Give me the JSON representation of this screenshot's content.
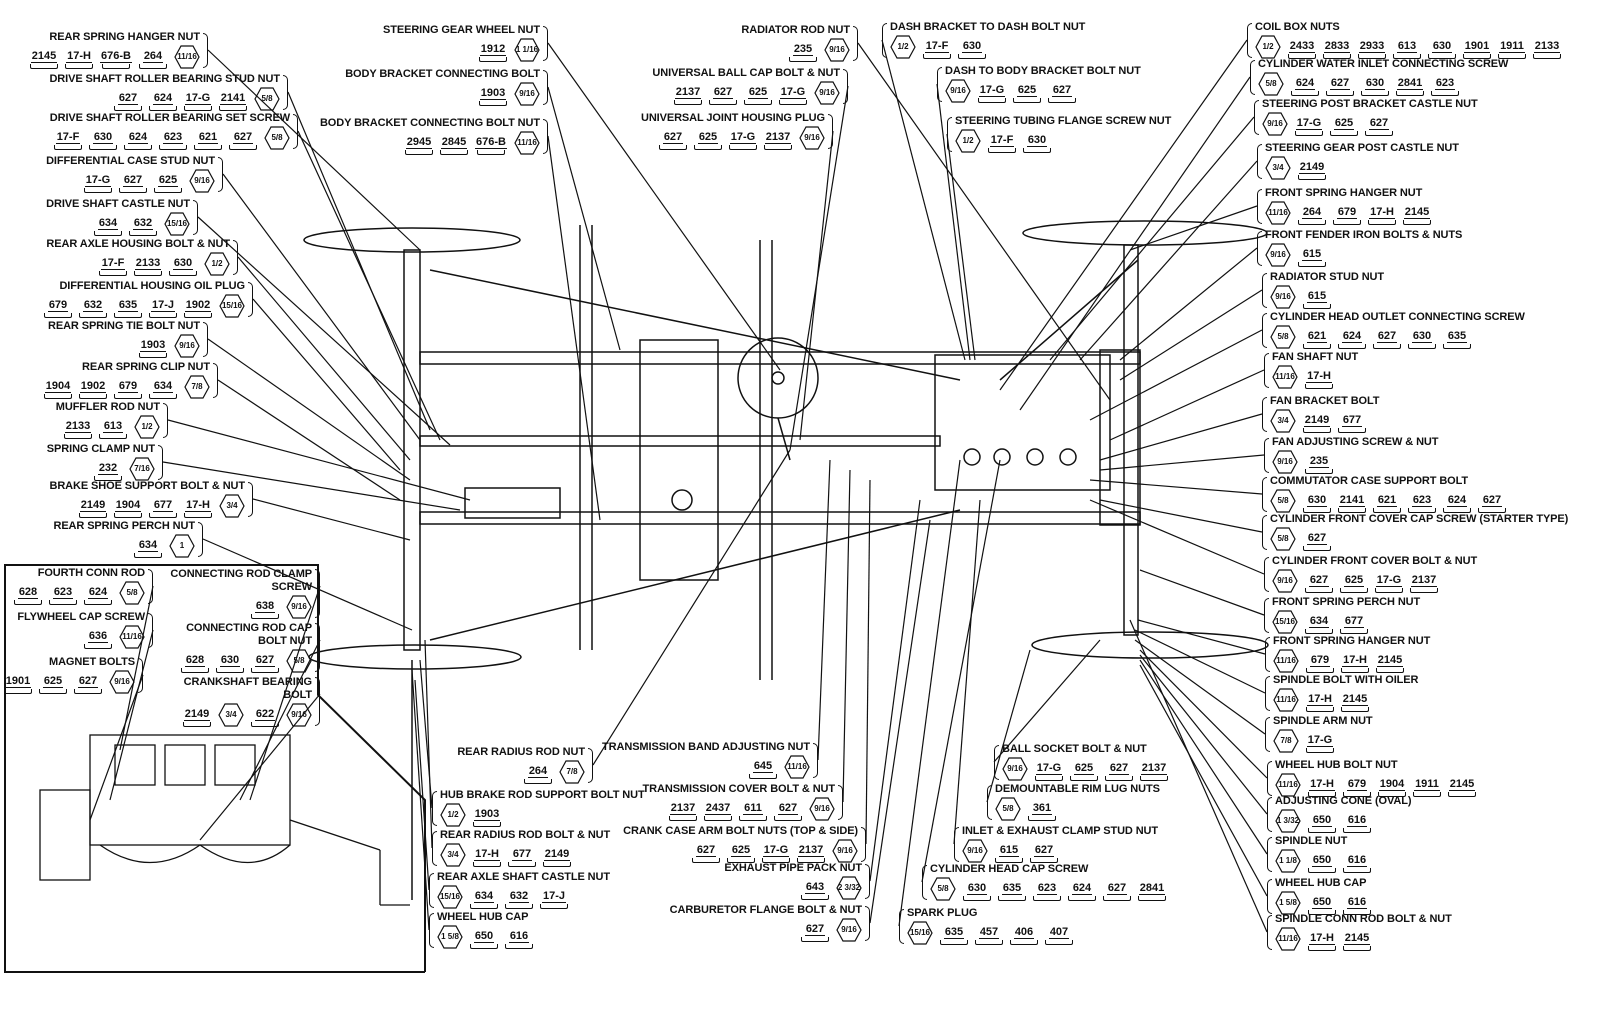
{
  "labels": [
    {
      "title": "REAR SPRING HANGER NUT",
      "parts": [
        "2145",
        "17-H",
        "676-B",
        "264"
      ],
      "size": "11/16"
    },
    {
      "title": "DRIVE SHAFT ROLLER BEARING STUD NUT",
      "parts": [
        "627",
        "624",
        "17-G",
        "2141"
      ],
      "size": "5/8"
    },
    {
      "title": "DRIVE SHAFT ROLLER BEARING SET SCREW",
      "parts": [
        "17-F",
        "630",
        "624",
        "623",
        "621",
        "627"
      ],
      "size": "5/8"
    },
    {
      "title": "DIFFERENTIAL CASE STUD NUT",
      "parts": [
        "17-G",
        "627",
        "625"
      ],
      "size": "9/16"
    },
    {
      "title": "DRIVE SHAFT CASTLE NUT",
      "parts": [
        "634",
        "632"
      ],
      "size": "15/16"
    },
    {
      "title": "REAR AXLE HOUSING BOLT & NUT",
      "parts": [
        "17-F",
        "2133",
        "630"
      ],
      "size": "1/2"
    },
    {
      "title": "DIFFERENTIAL HOUSING OIL PLUG",
      "parts": [
        "679",
        "632",
        "635",
        "17-J",
        "1902"
      ],
      "size": "15/16"
    },
    {
      "title": "REAR SPRING TIE BOLT NUT",
      "parts": [
        "1903"
      ],
      "size": "9/16"
    },
    {
      "title": "REAR SPRING CLIP NUT",
      "parts": [
        "1904",
        "1902",
        "679",
        "634"
      ],
      "size": "7/8"
    },
    {
      "title": "MUFFLER ROD NUT",
      "parts": [
        "2133",
        "613"
      ],
      "size": "1/2"
    },
    {
      "title": "SPRING CLAMP NUT",
      "parts": [
        "232"
      ],
      "size": "7/16"
    },
    {
      "title": "BRAKE SHOE SUPPORT BOLT & NUT",
      "parts": [
        "2149",
        "1904",
        "677",
        "17-H"
      ],
      "size": "3/4"
    },
    {
      "title": "REAR SPRING PERCH NUT",
      "parts": [
        "634"
      ],
      "size": "1"
    },
    {
      "title": "FOURTH CONN ROD",
      "parts": [
        "628",
        "623",
        "624"
      ],
      "size": "5/8"
    },
    {
      "title": "CONNECTING ROD CLAMP SCREW",
      "parts": [
        "638"
      ],
      "size": "9/16"
    },
    {
      "title": "FLYWHEEL CAP SCREW",
      "parts": [
        "636"
      ],
      "size": "11/16"
    },
    {
      "title": "CONNECTING ROD CAP BOLT NUT",
      "parts": [
        "628",
        "630",
        "627"
      ],
      "size": "5/8"
    },
    {
      "title": "MAGNET BOLTS",
      "parts": [
        "1901",
        "625",
        "627"
      ],
      "size": "9/16"
    },
    {
      "title": "CRANKSHAFT BEARING BOLT",
      "parts": [
        "2149",
        "622"
      ],
      "size": "9/16",
      "size2": "3/4"
    },
    {
      "title": "STEERING GEAR WHEEL NUT",
      "parts": [
        "1912"
      ],
      "size": "1 1/16"
    },
    {
      "title": "BODY BRACKET CONNECTING BOLT",
      "parts": [
        "1903"
      ],
      "size": "9/16"
    },
    {
      "title": "BODY BRACKET CONNECTING BOLT NUT",
      "parts": [
        "2945",
        "2845",
        "676-B"
      ],
      "size": "11/16"
    },
    {
      "title": "RADIATOR ROD NUT",
      "parts": [
        "235"
      ],
      "size": "9/16"
    },
    {
      "title": "UNIVERSAL BALL CAP BOLT & NUT",
      "parts": [
        "2137",
        "627",
        "625",
        "17-G"
      ],
      "size": "9/16"
    },
    {
      "title": "UNIVERSAL JOINT HOUSING PLUG",
      "parts": [
        "627",
        "625",
        "17-G",
        "2137"
      ],
      "size": "9/16"
    },
    {
      "title": "DASH BRACKET TO DASH BOLT NUT",
      "parts": [
        "17-F",
        "630"
      ],
      "size": "1/2"
    },
    {
      "title": "DASH TO BODY BRACKET BOLT NUT",
      "parts": [
        "17-G",
        "625",
        "627"
      ],
      "size": "9/16"
    },
    {
      "title": "STEERING TUBING FLANGE SCREW NUT",
      "parts": [
        "17-F",
        "630"
      ],
      "size": "1/2"
    },
    {
      "title": "COIL BOX NUTS",
      "parts": [
        "2433",
        "2833",
        "2933",
        "613",
        "630",
        "1901",
        "1911",
        "2133"
      ],
      "size": "1/2"
    },
    {
      "title": "CYLINDER WATER INLET CONNECTING SCREW",
      "parts": [
        "624",
        "627",
        "630",
        "2841",
        "623"
      ],
      "size": "5/8"
    },
    {
      "title": "STEERING POST BRACKET CASTLE NUT",
      "parts": [
        "17-G",
        "625",
        "627"
      ],
      "size": "9/16"
    },
    {
      "title": "STEERING GEAR POST CASTLE NUT",
      "parts": [
        "2149"
      ],
      "size": "3/4"
    },
    {
      "title": "FRONT SPRING HANGER NUT",
      "parts": [
        "264",
        "679",
        "17-H",
        "2145"
      ],
      "size": "11/16"
    },
    {
      "title": "FRONT FENDER IRON BOLTS & NUTS",
      "parts": [
        "615"
      ],
      "size": "9/16"
    },
    {
      "title": "RADIATOR STUD NUT",
      "parts": [
        "615"
      ],
      "size": "9/16"
    },
    {
      "title": "CYLINDER HEAD OUTLET CONNECTING SCREW",
      "parts": [
        "621",
        "624",
        "627",
        "630",
        "635"
      ],
      "size": "5/8"
    },
    {
      "title": "FAN SHAFT NUT",
      "parts": [
        "17-H"
      ],
      "size": "11/16"
    },
    {
      "title": "FAN BRACKET BOLT",
      "parts": [
        "2149",
        "677"
      ],
      "size": "3/4"
    },
    {
      "title": "FAN ADJUSTING SCREW & NUT",
      "parts": [
        "235"
      ],
      "size": "9/16"
    },
    {
      "title": "COMMUTATOR CASE SUPPORT BOLT",
      "parts": [
        "630",
        "2141",
        "621",
        "623",
        "624",
        "627"
      ],
      "size": "5/8"
    },
    {
      "title": "CYLINDER FRONT COVER CAP SCREW (STARTER TYPE)",
      "parts": [
        "627"
      ],
      "size": "5/8"
    },
    {
      "title": "CYLINDER FRONT COVER BOLT & NUT",
      "parts": [
        "627",
        "625",
        "17-G",
        "2137"
      ],
      "size": "9/16"
    },
    {
      "title": "FRONT SPRING PERCH NUT",
      "parts": [
        "634",
        "677"
      ],
      "size": "15/16"
    },
    {
      "title": "FRONT SPRING HANGER NUT",
      "parts": [
        "679",
        "17-H",
        "2145"
      ],
      "size": "11/16"
    },
    {
      "title": "SPINDLE BOLT WITH OILER",
      "parts": [
        "17-H",
        "2145"
      ],
      "size": "11/16"
    },
    {
      "title": "SPINDLE ARM NUT",
      "parts": [
        "17-G"
      ],
      "size": "7/8"
    },
    {
      "title": "WHEEL HUB BOLT NUT",
      "parts": [
        "17-H",
        "679",
        "1904",
        "1911",
        "2145"
      ],
      "size": "11/16"
    },
    {
      "title": "ADJUSTING CONE (OVAL)",
      "parts": [
        "650",
        "616"
      ],
      "size": "1 3/32"
    },
    {
      "title": "SPINDLE NUT",
      "parts": [
        "650",
        "616"
      ],
      "size": "1 1/8"
    },
    {
      "title": "WHEEL HUB CAP",
      "parts": [
        "650",
        "616"
      ],
      "size": "1 5/8"
    },
    {
      "title": "SPINDLE CONN ROD BOLT & NUT",
      "parts": [
        "17-H",
        "2145"
      ],
      "size": "11/16"
    },
    {
      "title": "REAR RADIUS ROD NUT",
      "parts": [
        "264"
      ],
      "size": "7/8"
    },
    {
      "title": "HUB BRAKE ROD SUPPORT BOLT NUT",
      "parts": [
        "1903"
      ],
      "size": "1/2"
    },
    {
      "title": "REAR RADIUS ROD BOLT & NUT",
      "parts": [
        "17-H",
        "677",
        "2149"
      ],
      "size": "3/4"
    },
    {
      "title": "REAR AXLE SHAFT CASTLE NUT",
      "parts": [
        "634",
        "632",
        "17-J"
      ],
      "size": "15/16"
    },
    {
      "title": "WHEEL HUB CAP",
      "parts": [
        "650",
        "616"
      ],
      "size": "1 5/8"
    },
    {
      "title": "TRANSMISSION BAND ADJUSTING NUT",
      "parts": [
        "645"
      ],
      "size": "11/16"
    },
    {
      "title": "TRANSMISSION COVER BOLT & NUT",
      "parts": [
        "2137",
        "2437",
        "611",
        "627"
      ],
      "size": "9/16"
    },
    {
      "title": "CRANK CASE ARM BOLT NUTS (TOP & SIDE)",
      "parts": [
        "627",
        "625",
        "17-G",
        "2137"
      ],
      "size": "9/16"
    },
    {
      "title": "EXHAUST PIPE PACK NUT",
      "parts": [
        "643"
      ],
      "size": "2 3/32"
    },
    {
      "title": "CARBURETOR FLANGE BOLT & NUT",
      "parts": [
        "627"
      ],
      "size": "9/16"
    },
    {
      "title": "BALL SOCKET BOLT & NUT",
      "parts": [
        "17-G",
        "625",
        "627",
        "2137"
      ],
      "size": "9/16"
    },
    {
      "title": "DEMOUNTABLE RIM LUG NUTS",
      "parts": [
        "361"
      ],
      "size": "5/8"
    },
    {
      "title": "INLET & EXHAUST CLAMP STUD NUT",
      "parts": [
        "615",
        "627"
      ],
      "size": "9/16"
    },
    {
      "title": "CYLINDER HEAD CAP SCREW",
      "parts": [
        "630",
        "635",
        "623",
        "624",
        "627",
        "2841"
      ],
      "size": "5/8"
    },
    {
      "title": "SPARK PLUG",
      "parts": [
        "635",
        "457",
        "406",
        "407"
      ],
      "size": "15/16"
    }
  ],
  "colors": {
    "ink": "#111111",
    "paper": "#ffffff"
  }
}
